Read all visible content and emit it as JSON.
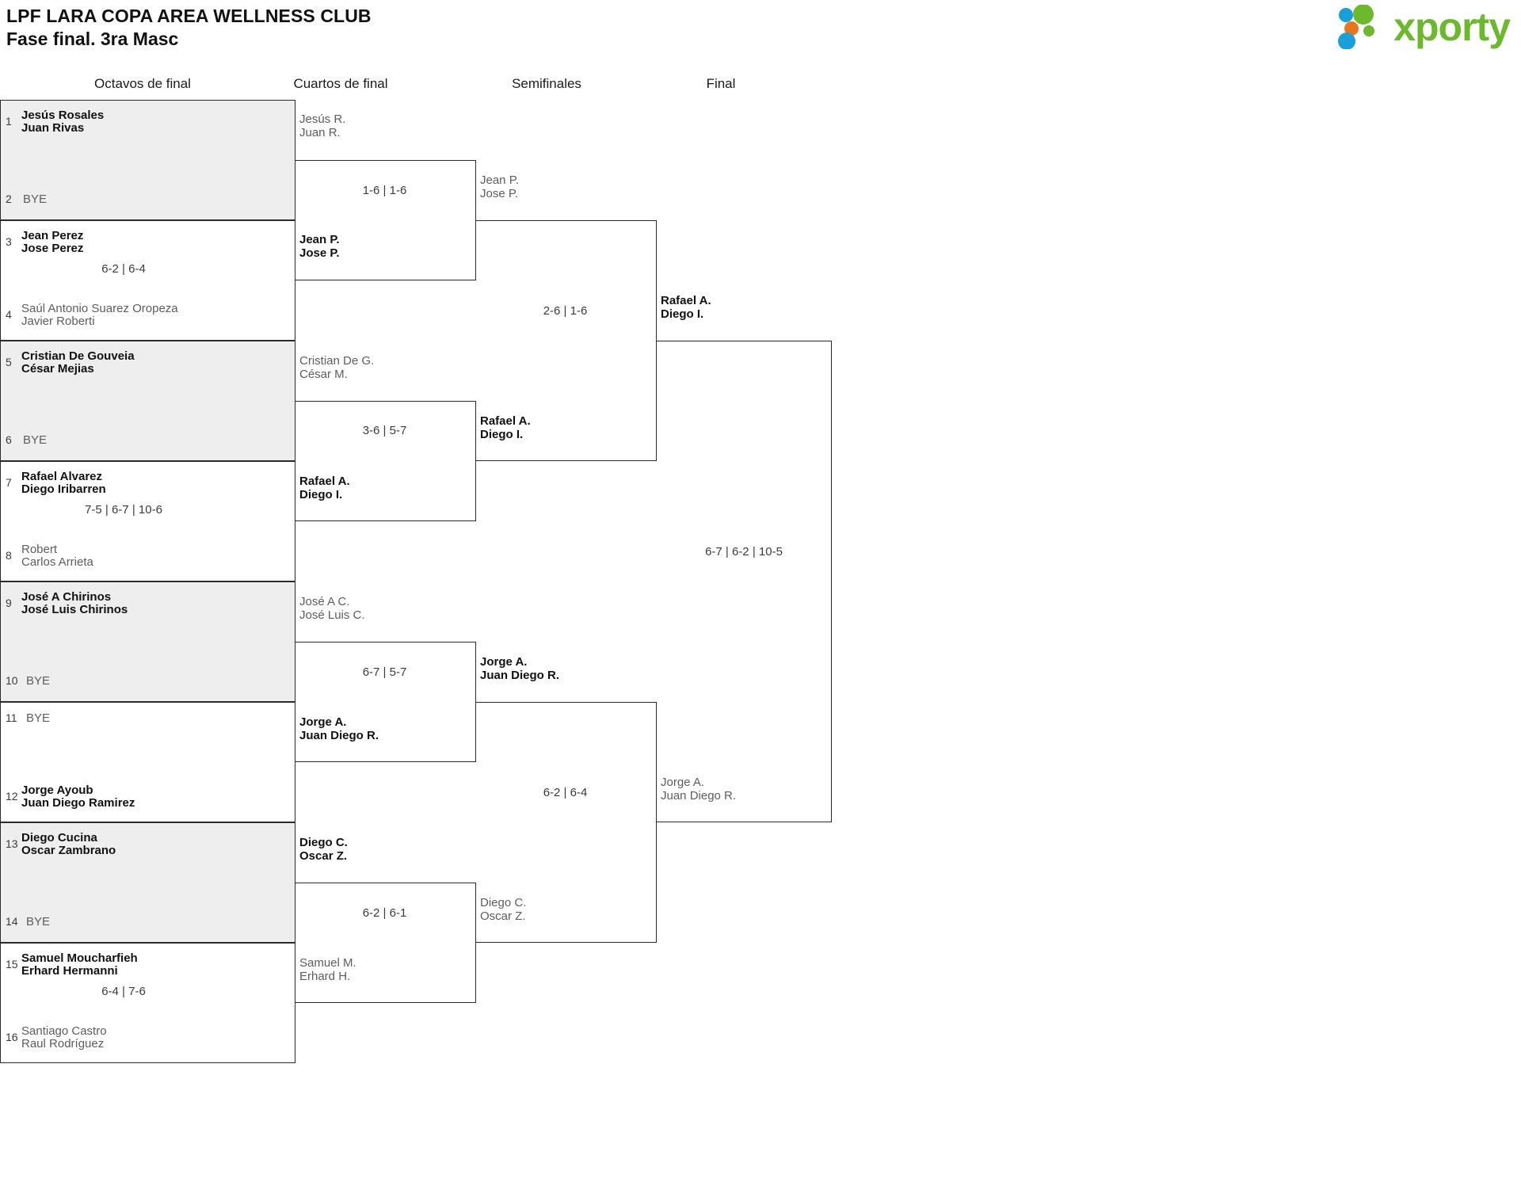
{
  "header": {
    "title_line1": "LPF LARA COPA AREA WELLNESS CLUB",
    "title_line2": "Fase final. 3ra Masc",
    "logo_text": "xporty",
    "logo_colors": {
      "green": "#6cb92d",
      "blue": "#18a0da",
      "orange": "#e8761b"
    }
  },
  "rounds": [
    {
      "label": "Octavos de final"
    },
    {
      "label": "Cuartos de final"
    },
    {
      "label": "Semifinales"
    },
    {
      "label": "Final"
    }
  ],
  "round16": [
    {
      "shaded": true,
      "score": "",
      "top": {
        "seed": "1",
        "line1": "Jesús Rosales",
        "line2": "Juan Rivas",
        "winner": true,
        "bye": false
      },
      "bottom": {
        "seed": "2",
        "line1": "BYE",
        "line2": "",
        "winner": false,
        "bye": true
      }
    },
    {
      "shaded": false,
      "score": "6-2 | 6-4",
      "top": {
        "seed": "3",
        "line1": "Jean Perez",
        "line2": "Jose Perez",
        "winner": true,
        "bye": false
      },
      "bottom": {
        "seed": "4",
        "line1": "Saúl Antonio Suarez Oropeza",
        "line2": "Javier Roberti",
        "winner": false,
        "bye": false
      }
    },
    {
      "shaded": true,
      "score": "",
      "top": {
        "seed": "5",
        "line1": "Cristian De Gouveia",
        "line2": "César Mejias",
        "winner": true,
        "bye": false
      },
      "bottom": {
        "seed": "6",
        "line1": "BYE",
        "line2": "",
        "winner": false,
        "bye": true
      }
    },
    {
      "shaded": false,
      "score": "7-5 | 6-7 | 10-6",
      "top": {
        "seed": "7",
        "line1": "Rafael Alvarez",
        "line2": "Diego Iribarren",
        "winner": true,
        "bye": false
      },
      "bottom": {
        "seed": "8",
        "line1": "Robert",
        "line2": "Carlos Arrieta",
        "winner": false,
        "bye": false
      }
    },
    {
      "shaded": true,
      "score": "",
      "top": {
        "seed": "9",
        "line1": "José A Chirinos",
        "line2": "José Luis Chirinos",
        "winner": true,
        "bye": false
      },
      "bottom": {
        "seed": "10",
        "line1": "BYE",
        "line2": "",
        "winner": false,
        "bye": true
      }
    },
    {
      "shaded": false,
      "score": "",
      "top": {
        "seed": "11",
        "line1": "BYE",
        "line2": "",
        "winner": false,
        "bye": true
      },
      "bottom": {
        "seed": "12",
        "line1": "Jorge Ayoub",
        "line2": "Juan Diego Ramirez",
        "winner": true,
        "bye": false
      }
    },
    {
      "shaded": true,
      "score": "",
      "top": {
        "seed": "13",
        "line1": "Diego Cucina",
        "line2": "Oscar Zambrano",
        "winner": true,
        "bye": false
      },
      "bottom": {
        "seed": "14",
        "line1": "BYE",
        "line2": "",
        "winner": false,
        "bye": true
      }
    },
    {
      "shaded": false,
      "score": "6-4 | 7-6",
      "top": {
        "seed": "15",
        "line1": "Samuel Moucharfieh",
        "line2": "Erhard Hermanni",
        "winner": true,
        "bye": false
      },
      "bottom": {
        "seed": "16",
        "line1": "Santiago Castro",
        "line2": "Raul Rodríguez",
        "winner": false,
        "bye": false
      }
    }
  ],
  "quarterfinals": [
    {
      "score": "1-6 | 1-6",
      "top": {
        "line1": "Jesús R.",
        "line2": "Juan R.",
        "winner": false
      },
      "bottom": {
        "line1": "Jean P.",
        "line2": "Jose P.",
        "winner": true
      }
    },
    {
      "score": "3-6 | 5-7",
      "top": {
        "line1": "Cristian De G.",
        "line2": "César M.",
        "winner": false
      },
      "bottom": {
        "line1": "Rafael A.",
        "line2": "Diego I.",
        "winner": true
      }
    },
    {
      "score": "6-7 | 5-7",
      "top": {
        "line1": "José A C.",
        "line2": "José Luis C.",
        "winner": false
      },
      "bottom": {
        "line1": "Jorge A.",
        "line2": "Juan Diego R.",
        "winner": true
      }
    },
    {
      "score": "6-2 | 6-1",
      "top": {
        "line1": "Diego C.",
        "line2": "Oscar Z.",
        "winner": true
      },
      "bottom": {
        "line1": "Samuel M.",
        "line2": "Erhard H.",
        "winner": false
      }
    }
  ],
  "semifinals": [
    {
      "score": "2-6 | 1-6",
      "top": {
        "line1": "Jean P.",
        "line2": "Jose P.",
        "winner": false
      },
      "bottom": {
        "line1": "Rafael A.",
        "line2": "Diego I.",
        "winner": true
      }
    },
    {
      "score": "6-2 | 6-4",
      "top": {
        "line1": "Jorge A.",
        "line2": "Juan Diego R.",
        "winner": true
      },
      "bottom": {
        "line1": "Diego C.",
        "line2": "Oscar Z.",
        "winner": false
      }
    }
  ],
  "final": {
    "score": "6-7 | 6-2 | 10-5",
    "top": {
      "line1": "Rafael A.",
      "line2": "Diego I.",
      "winner": true
    },
    "bottom": {
      "line1": "Jorge A.",
      "line2": "Juan Diego R.",
      "winner": false
    }
  }
}
